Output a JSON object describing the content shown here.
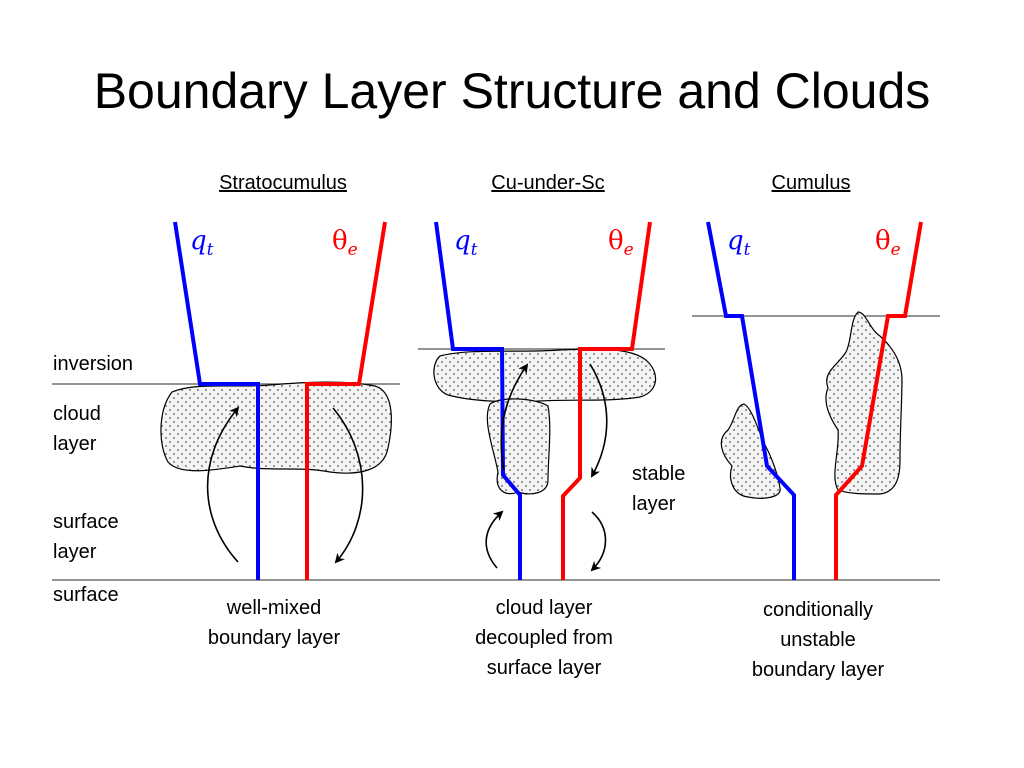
{
  "title": "Boundary Layer Structure and Clouds",
  "panels": [
    {
      "heading": "Stratocumulus",
      "caption_line1": "well-mixed",
      "caption_line2": "boundary layer"
    },
    {
      "heading": "Cu-under-Sc",
      "caption_line1": "cloud layer",
      "caption_line2": "decoupled from",
      "caption_line3": "surface layer"
    },
    {
      "heading": "Cumulus",
      "caption_line1": "conditionally",
      "caption_line2": "unstable",
      "caption_line3": "boundary layer"
    }
  ],
  "labels": {
    "inversion": "inversion",
    "cloud_line1": "cloud",
    "cloud_line2": "layer",
    "surface_layer_line1": "surface",
    "surface_layer_line2": "layer",
    "surface": "surface",
    "stable_line1": "stable",
    "stable_line2": "layer"
  },
  "variables": {
    "qt_base": "q",
    "qt_sub": "t",
    "thetae_base": "θ",
    "thetae_sub": "e"
  },
  "colors": {
    "qt_line": "#0000ff",
    "thetae_line": "#ff0000",
    "cloud_fill": "#f2f2f2",
    "outline": "#000000"
  }
}
